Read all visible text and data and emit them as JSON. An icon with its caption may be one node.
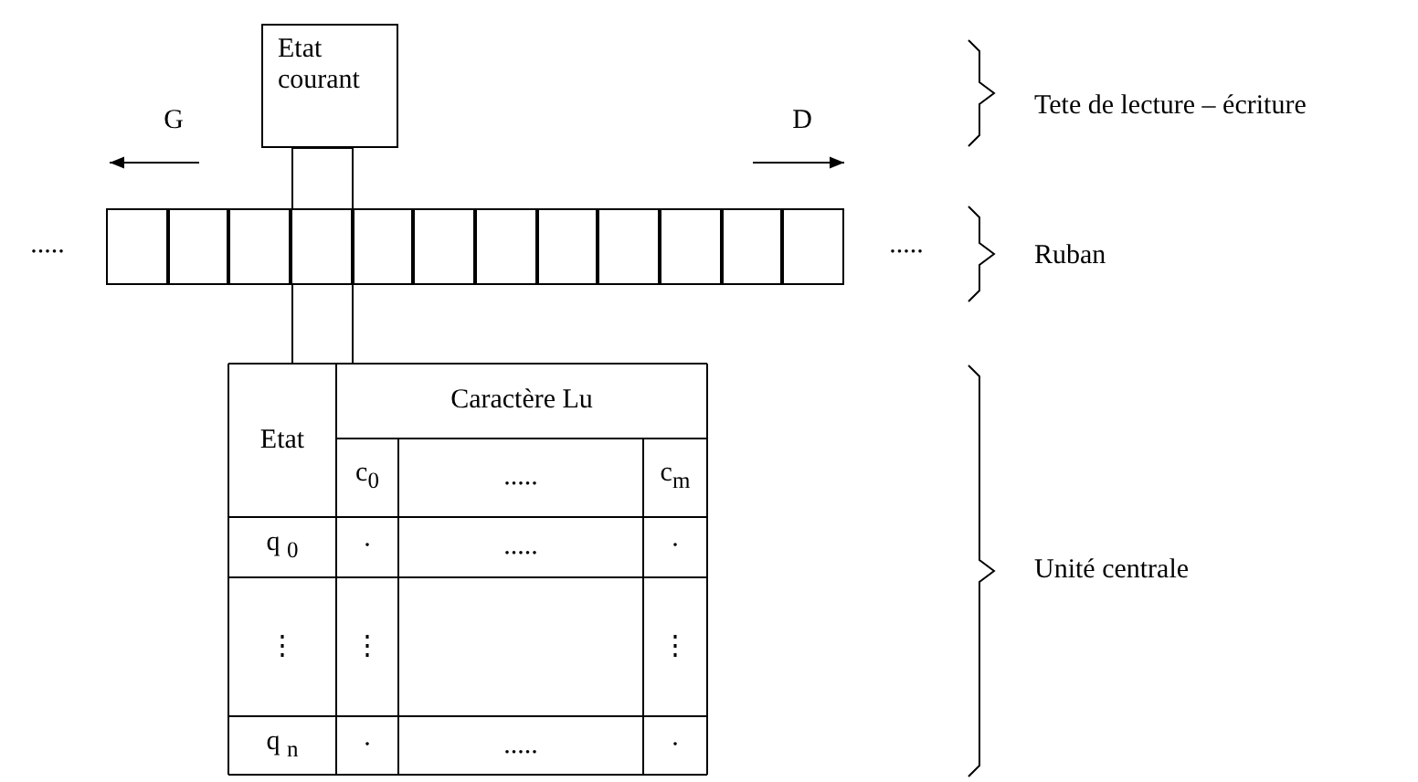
{
  "diagram": {
    "nodes": [
      {
        "text": [
          "Etat courant"
        ]
      },
      {
        "text": [],
        "shape": "box"
      },
      {
        "text": [],
        "shape": "box"
      },
      {
        "text": [],
        "shape": "box"
      },
      {
        "text": [],
        "shape": "box"
      },
      {
        "text": [],
        "shape": "box"
      },
      {
        "text": [],
        "shape": "box"
      },
      {
        "text": [],
        "shape": "box"
      },
      {
        "text": [],
        "shape": "box"
      },
      {
        "text": [],
        "shape": "box"
      },
      {
        "text": [],
        "shape": "box"
      },
      {
        "text": [],
        "shape": "box"
      },
      {
        "text": [],
        "shape": "box"
      }
    ],
    "edges": [],
    "labels": [
      "G",
      "D",
      ".....",
      ".....",
      "Tete de lecture – écriture",
      "Ruban",
      "Etat",
      "Caractère Lu",
      "c$_{0}$",
      ".....",
      "c$_{m}$",
      "q $_{0}$",
      "·",
      ".....",
      "·",
      "⋮",
      "⋮",
      "⋮",
      "q $_{n}$",
      "·",
      ".....",
      "·",
      "Unité centrale"
    ]
  }
}
